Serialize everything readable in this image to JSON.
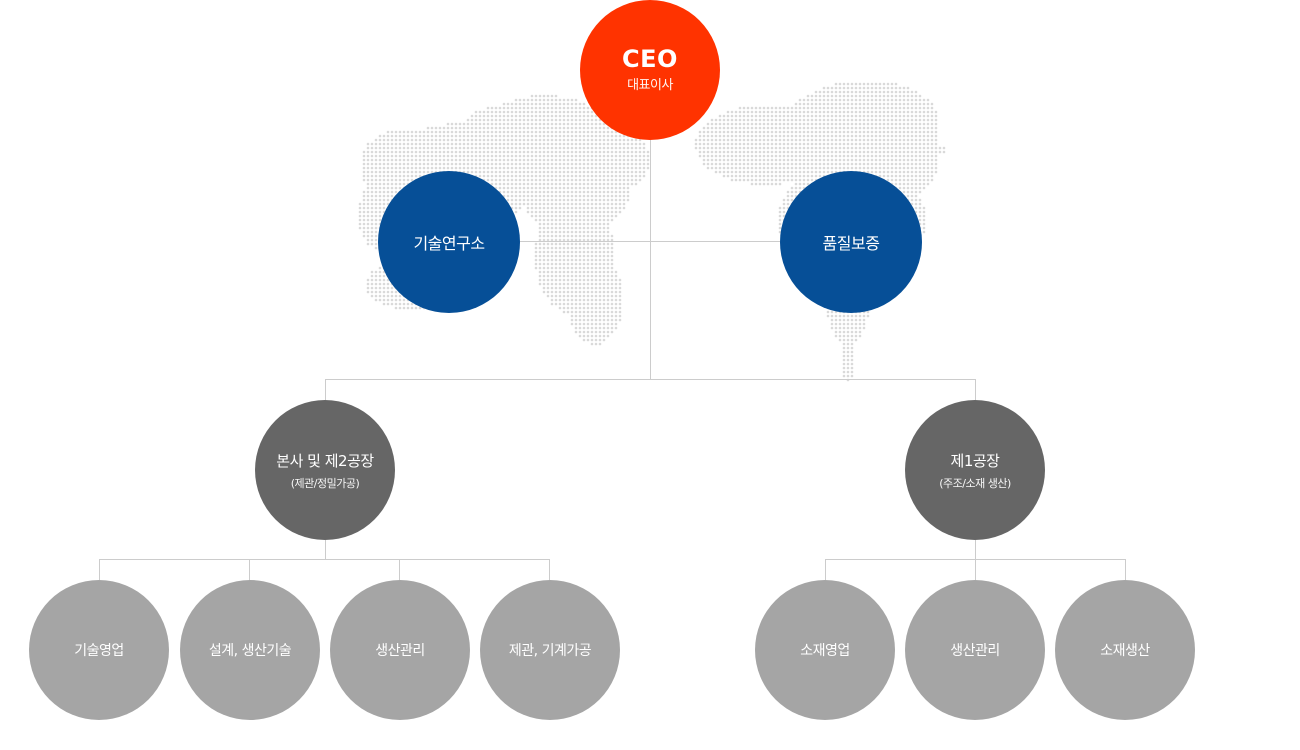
{
  "org_chart": {
    "ceo": {
      "title": "CEO",
      "subtitle": "대표이사"
    },
    "staff": [
      {
        "label": "기술연구소"
      },
      {
        "label": "품질보증"
      }
    ],
    "plants": [
      {
        "label": "본사 및 제2공장",
        "subtitle": "(제관/정밀가공)",
        "teams": [
          "기술영업",
          "설계, 생산기술",
          "생산관리",
          "제관, 기계가공"
        ]
      },
      {
        "label": "제1공장",
        "subtitle": "(주조/소재 생산)",
        "teams": [
          "소재영업",
          "생산관리",
          "소재생산"
        ]
      }
    ]
  },
  "colors": {
    "ceo": "#ff3300",
    "staff": "#064f97",
    "plant": "#666666",
    "team": "#a5a5a5",
    "connector": "#cccccc",
    "map_dots": "#d9d9d9"
  },
  "background_icon": "world-map-dots"
}
